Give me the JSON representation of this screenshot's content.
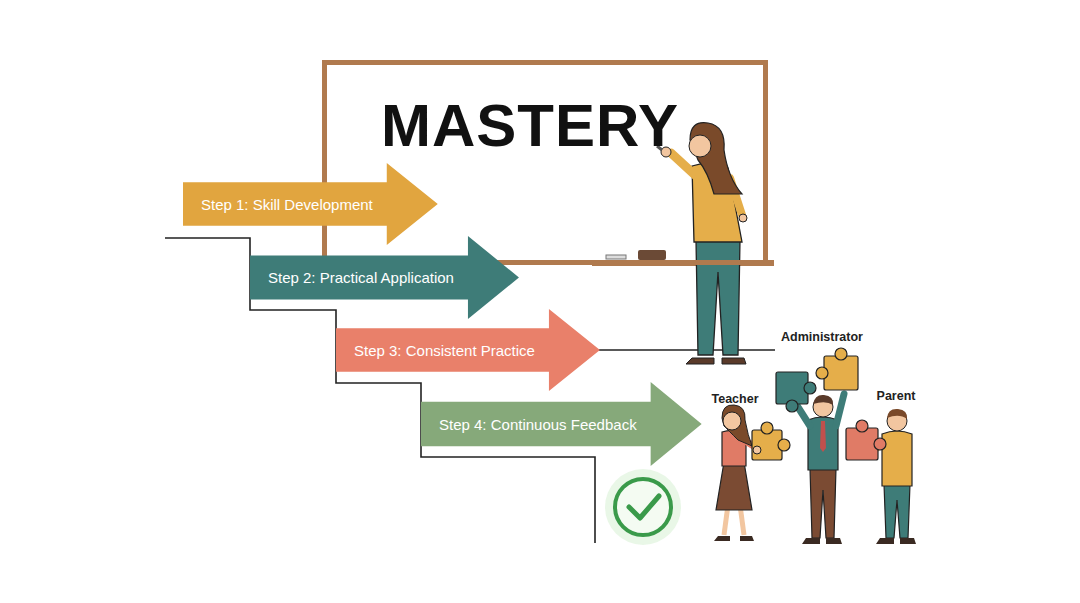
{
  "diagram": {
    "nodes": [
      {
        "text": [
          "MASTERY"
        ]
      },
      {
        "text": [
          "Step 1: Skill Development"
        ]
      },
      {
        "text": [
          "Step 2: Practical Application"
        ]
      },
      {
        "text": [
          "Step 3: Consistent Practice"
        ]
      },
      {
        "text": [
          "Step 4: Continuous Feedback"
        ]
      }
    ],
    "labels": [
      "Administrator",
      "Teacher",
      "Parent"
    ]
  }
}
